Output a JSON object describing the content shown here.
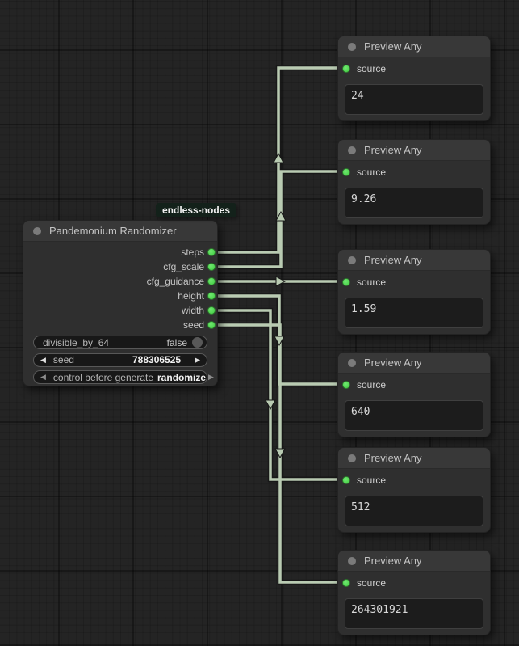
{
  "colors": {
    "background": "#242424",
    "node_body": "#2f2f2f",
    "node_titlebar": "#383838",
    "wire": "#b9cbb2",
    "slot_green": "#4ddd4d",
    "badge_bg": "#13211a",
    "value_box_bg": "#1c1c1c"
  },
  "badge": {
    "label": "endless-nodes"
  },
  "icons": {
    "left_arrow": "◀",
    "right_arrow": "▶"
  },
  "randomizer_node": {
    "title": "Pandemonium Randomizer",
    "outputs": [
      "steps",
      "cfg_scale",
      "cfg_guidance",
      "height",
      "width",
      "seed"
    ],
    "widgets": {
      "divisible": {
        "label": "divisible_by_64",
        "value": "false"
      },
      "seed": {
        "label": "seed",
        "value": "788306525"
      },
      "control": {
        "label": "control before generate",
        "value": "randomize"
      }
    }
  },
  "preview_nodes": [
    {
      "title": "Preview Any",
      "input_label": "source",
      "value": "24"
    },
    {
      "title": "Preview Any",
      "input_label": "source",
      "value": "9.26"
    },
    {
      "title": "Preview Any",
      "input_label": "source",
      "value": "1.59"
    },
    {
      "title": "Preview Any",
      "input_label": "source",
      "value": "640"
    },
    {
      "title": "Preview Any",
      "input_label": "source",
      "value": "512"
    },
    {
      "title": "Preview Any",
      "input_label": "source",
      "value": "264301921"
    }
  ]
}
